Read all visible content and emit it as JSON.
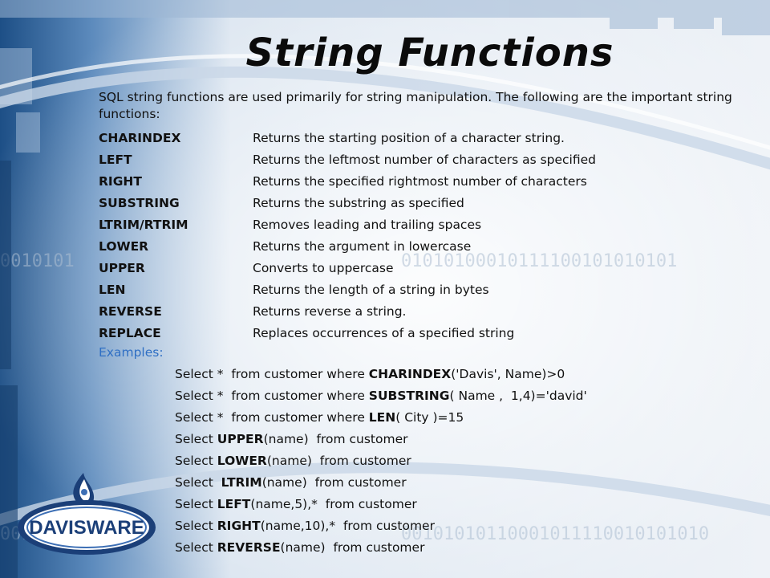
{
  "slide": {
    "title": "String Functions",
    "intro": " SQL string functions are used primarily for string manipulation.  The following are the important string functions:",
    "functions": [
      {
        "name": "CHARINDEX",
        "desc": "Returns the starting position of a character string."
      },
      {
        "name": "LEFT",
        "desc": "Returns the leftmost number of characters as specified"
      },
      {
        "name": "RIGHT",
        "desc": "Returns the specified rightmost number of characters"
      },
      {
        "name": "SUBSTRING",
        "desc": "Returns the substring as specified"
      },
      {
        "name": "LTRIM/RTRIM",
        "desc": "Removes leading and trailing spaces"
      },
      {
        "name": "LOWER",
        "desc": "Returns the argument in lowercase"
      },
      {
        "name": "UPPER",
        "desc": "Converts to uppercase"
      },
      {
        "name": "LEN",
        "desc": "Returns the length of a string in bytes"
      },
      {
        "name": "REVERSE",
        "desc": "Returns reverse a string."
      },
      {
        "name": "REPLACE",
        "desc": "Replaces occurrences of a specified string"
      }
    ],
    "examples_label": "Examples:",
    "examples": [
      {
        "pre": "Select *  from customer where ",
        "fn": "CHARINDEX",
        "post": "('Davis', Name)>0"
      },
      {
        "pre": "Select *  from customer where ",
        "fn": "SUBSTRING",
        "post": "( Name ,  1,4)='david'"
      },
      {
        "pre": "Select *  from customer where ",
        "fn": "LEN",
        "post": "( City )=15"
      },
      {
        "pre": "Select ",
        "fn": "UPPER",
        "post": "(name)  from customer"
      },
      {
        "pre": "Select ",
        "fn": "LOWER",
        "post": "(name)  from customer"
      },
      {
        "pre": "Select  ",
        "fn": "LTRIM",
        "post": "(name)  from customer"
      },
      {
        "pre": "Select ",
        "fn": "LEFT",
        "post": "(name,5),*  from customer"
      },
      {
        "pre": "Select ",
        "fn": "RIGHT",
        "post": "(name,10),*  from customer"
      },
      {
        "pre": "Select ",
        "fn": "REVERSE",
        "post": "(name)  from customer"
      }
    ]
  },
  "logo": {
    "text": "DAVISWARE",
    "colors": {
      "ring": "#1b3f78",
      "accent": "#3d6fb5",
      "face": "#ffffff"
    }
  },
  "theme": {
    "background": "#e9eef4",
    "accent": "#2f6fc4",
    "text": "#111111"
  }
}
